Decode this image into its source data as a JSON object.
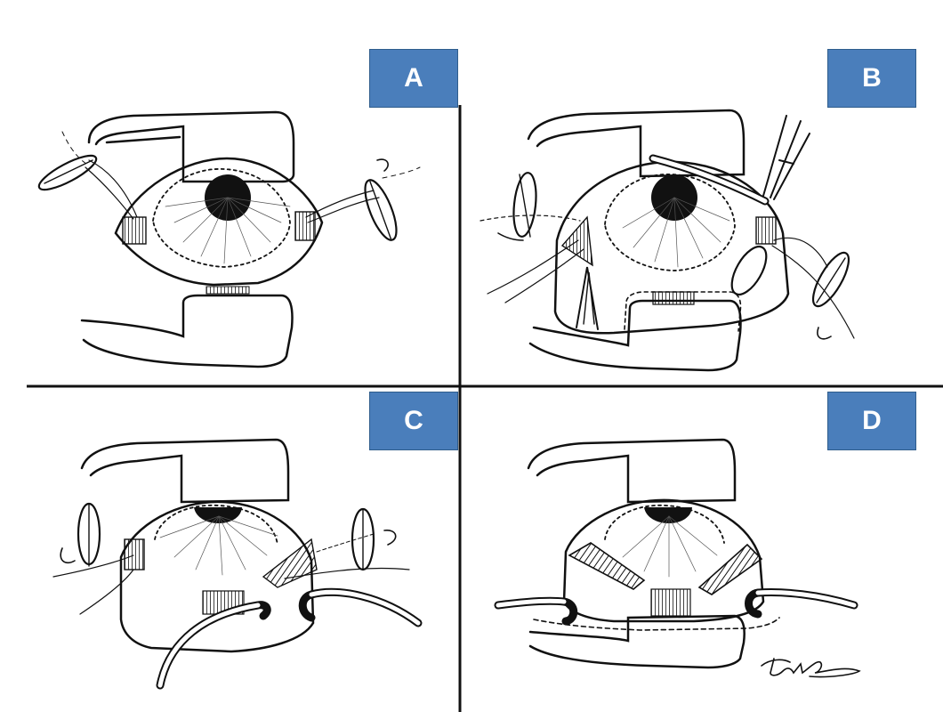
{
  "panels": [
    {
      "id": "A",
      "label": "A"
    },
    {
      "id": "B",
      "label": "B"
    },
    {
      "id": "C",
      "label": "C"
    },
    {
      "id": "D",
      "label": "D"
    }
  ],
  "colors": {
    "label_background": "#4a7ebb",
    "line": "#111111",
    "background": "#ffffff"
  }
}
